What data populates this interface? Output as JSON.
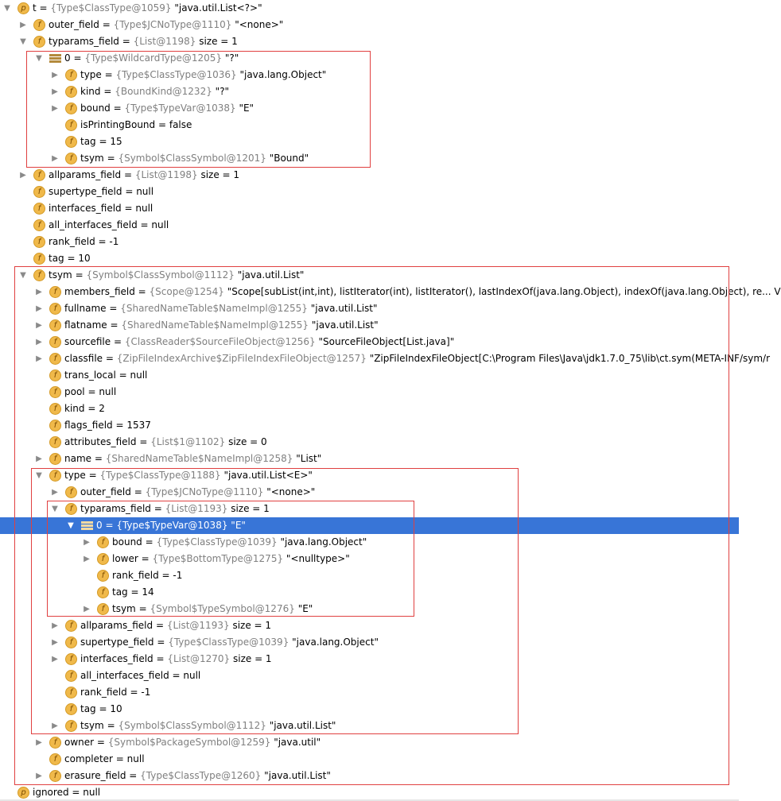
{
  "selected_index": 31,
  "highlight_colors": {
    "selection": "#3875d7",
    "annotation_box": "#e04040",
    "field_icon": "#f0b94a"
  },
  "rows": [
    {
      "depth": 0,
      "arrow": "expanded",
      "icon": "p",
      "name": "t",
      "addr": "{Type$ClassType@1059}",
      "value": "\"java.util.List<?>\""
    },
    {
      "depth": 1,
      "arrow": "collapsed",
      "icon": "f",
      "name": "outer_field",
      "addr": "{Type$JCNoType@1110}",
      "value": "\"<none>\""
    },
    {
      "depth": 1,
      "arrow": "expanded",
      "icon": "f",
      "name": "typarams_field",
      "addr": "{List@1198}",
      "value": " size = 1"
    },
    {
      "depth": 2,
      "arrow": "expanded",
      "icon": "arr",
      "name": "0",
      "addr": "{Type$WildcardType@1205}",
      "value": "\"?\""
    },
    {
      "depth": 3,
      "arrow": "collapsed",
      "icon": "f",
      "name": "type",
      "addr": "{Type$ClassType@1036}",
      "value": "\"java.lang.Object\""
    },
    {
      "depth": 3,
      "arrow": "collapsed",
      "icon": "f",
      "name": "kind",
      "addr": "{BoundKind@1232}",
      "value": "\"?\""
    },
    {
      "depth": 3,
      "arrow": "collapsed",
      "icon": "f",
      "name": "bound",
      "addr": "{Type$TypeVar@1038}",
      "value": "\"E\""
    },
    {
      "depth": 3,
      "arrow": "none",
      "icon": "f",
      "name": "isPrintingBound",
      "addr": "",
      "value": "false"
    },
    {
      "depth": 3,
      "arrow": "none",
      "icon": "f",
      "name": "tag",
      "addr": "",
      "value": "15"
    },
    {
      "depth": 3,
      "arrow": "collapsed",
      "icon": "f",
      "name": "tsym",
      "addr": "{Symbol$ClassSymbol@1201}",
      "value": "\"Bound\""
    },
    {
      "depth": 1,
      "arrow": "collapsed",
      "icon": "f",
      "name": "allparams_field",
      "addr": "{List@1198}",
      "value": " size = 1"
    },
    {
      "depth": 1,
      "arrow": "none",
      "icon": "f",
      "name": "supertype_field",
      "addr": "",
      "value": "null"
    },
    {
      "depth": 1,
      "arrow": "none",
      "icon": "f",
      "name": "interfaces_field",
      "addr": "",
      "value": "null"
    },
    {
      "depth": 1,
      "arrow": "none",
      "icon": "f",
      "name": "all_interfaces_field",
      "addr": "",
      "value": "null"
    },
    {
      "depth": 1,
      "arrow": "none",
      "icon": "f",
      "name": "rank_field",
      "addr": "",
      "value": "-1"
    },
    {
      "depth": 1,
      "arrow": "none",
      "icon": "f",
      "name": "tag",
      "addr": "",
      "value": "10"
    },
    {
      "depth": 1,
      "arrow": "expanded",
      "icon": "f",
      "name": "tsym",
      "addr": "{Symbol$ClassSymbol@1112}",
      "value": "\"java.util.List\""
    },
    {
      "depth": 2,
      "arrow": "collapsed",
      "icon": "f",
      "name": "members_field",
      "addr": "{Scope@1254}",
      "value": "\"Scope[subList(int,int), listIterator(int), listIterator(), lastIndexOf(java.lang.Object), indexOf(java.lang.Object), re... V"
    },
    {
      "depth": 2,
      "arrow": "collapsed",
      "icon": "f",
      "name": "fullname",
      "addr": "{SharedNameTable$NameImpl@1255}",
      "value": "\"java.util.List\""
    },
    {
      "depth": 2,
      "arrow": "collapsed",
      "icon": "f",
      "name": "flatname",
      "addr": "{SharedNameTable$NameImpl@1255}",
      "value": "\"java.util.List\""
    },
    {
      "depth": 2,
      "arrow": "collapsed",
      "icon": "f",
      "name": "sourcefile",
      "addr": "{ClassReader$SourceFileObject@1256}",
      "value": "\"SourceFileObject[List.java]\""
    },
    {
      "depth": 2,
      "arrow": "collapsed",
      "icon": "f",
      "name": "classfile",
      "addr": "{ZipFileIndexArchive$ZipFileIndexFileObject@1257}",
      "value": "\"ZipFileIndexFileObject[C:\\Program Files\\Java\\jdk1.7.0_75\\lib\\ct.sym(META-INF/sym/r"
    },
    {
      "depth": 2,
      "arrow": "none",
      "icon": "f",
      "name": "trans_local",
      "addr": "",
      "value": "null"
    },
    {
      "depth": 2,
      "arrow": "none",
      "icon": "f",
      "name": "pool",
      "addr": "",
      "value": "null"
    },
    {
      "depth": 2,
      "arrow": "none",
      "icon": "f",
      "name": "kind",
      "addr": "",
      "value": "2"
    },
    {
      "depth": 2,
      "arrow": "none",
      "icon": "f",
      "name": "flags_field",
      "addr": "",
      "value": "1537"
    },
    {
      "depth": 2,
      "arrow": "none",
      "icon": "f",
      "name": "attributes_field",
      "addr": "{List$1@1102}",
      "value": " size = 0"
    },
    {
      "depth": 2,
      "arrow": "collapsed",
      "icon": "f",
      "name": "name",
      "addr": "{SharedNameTable$NameImpl@1258}",
      "value": "\"List\""
    },
    {
      "depth": 2,
      "arrow": "expanded",
      "icon": "f",
      "name": "type",
      "addr": "{Type$ClassType@1188}",
      "value": "\"java.util.List<E>\""
    },
    {
      "depth": 3,
      "arrow": "collapsed",
      "icon": "f",
      "name": "outer_field",
      "addr": "{Type$JCNoType@1110}",
      "value": "\"<none>\""
    },
    {
      "depth": 3,
      "arrow": "expanded",
      "icon": "f",
      "name": "typarams_field",
      "addr": "{List@1193}",
      "value": " size = 1"
    },
    {
      "depth": 4,
      "arrow": "expanded",
      "icon": "arr",
      "name": "0",
      "addr": "{Type$TypeVar@1038}",
      "value": "\"E\""
    },
    {
      "depth": 5,
      "arrow": "collapsed",
      "icon": "f",
      "name": "bound",
      "addr": "{Type$ClassType@1039}",
      "value": "\"java.lang.Object\""
    },
    {
      "depth": 5,
      "arrow": "collapsed",
      "icon": "f",
      "name": "lower",
      "addr": "{Type$BottomType@1275}",
      "value": "\"<nulltype>\""
    },
    {
      "depth": 5,
      "arrow": "none",
      "icon": "f",
      "name": "rank_field",
      "addr": "",
      "value": "-1"
    },
    {
      "depth": 5,
      "arrow": "none",
      "icon": "f",
      "name": "tag",
      "addr": "",
      "value": "14"
    },
    {
      "depth": 5,
      "arrow": "collapsed",
      "icon": "f",
      "name": "tsym",
      "addr": "{Symbol$TypeSymbol@1276}",
      "value": "\"E\""
    },
    {
      "depth": 3,
      "arrow": "collapsed",
      "icon": "f",
      "name": "allparams_field",
      "addr": "{List@1193}",
      "value": " size = 1"
    },
    {
      "depth": 3,
      "arrow": "collapsed",
      "icon": "f",
      "name": "supertype_field",
      "addr": "{Type$ClassType@1039}",
      "value": "\"java.lang.Object\""
    },
    {
      "depth": 3,
      "arrow": "collapsed",
      "icon": "f",
      "name": "interfaces_field",
      "addr": "{List@1270}",
      "value": " size = 1"
    },
    {
      "depth": 3,
      "arrow": "none",
      "icon": "f",
      "name": "all_interfaces_field",
      "addr": "",
      "value": "null"
    },
    {
      "depth": 3,
      "arrow": "none",
      "icon": "f",
      "name": "rank_field",
      "addr": "",
      "value": "-1"
    },
    {
      "depth": 3,
      "arrow": "none",
      "icon": "f",
      "name": "tag",
      "addr": "",
      "value": "10"
    },
    {
      "depth": 3,
      "arrow": "collapsed",
      "icon": "f",
      "name": "tsym",
      "addr": "{Symbol$ClassSymbol@1112}",
      "value": "\"java.util.List\""
    },
    {
      "depth": 2,
      "arrow": "collapsed",
      "icon": "f",
      "name": "owner",
      "addr": "{Symbol$PackageSymbol@1259}",
      "value": "\"java.util\""
    },
    {
      "depth": 2,
      "arrow": "none",
      "icon": "f",
      "name": "completer",
      "addr": "",
      "value": "null"
    },
    {
      "depth": 2,
      "arrow": "collapsed",
      "icon": "f",
      "name": "erasure_field",
      "addr": "{Type$ClassType@1260}",
      "value": "\"java.util.List\""
    },
    {
      "depth": 0,
      "arrow": "none",
      "icon": "p",
      "name": "ignored",
      "addr": "",
      "value": "null"
    }
  ]
}
